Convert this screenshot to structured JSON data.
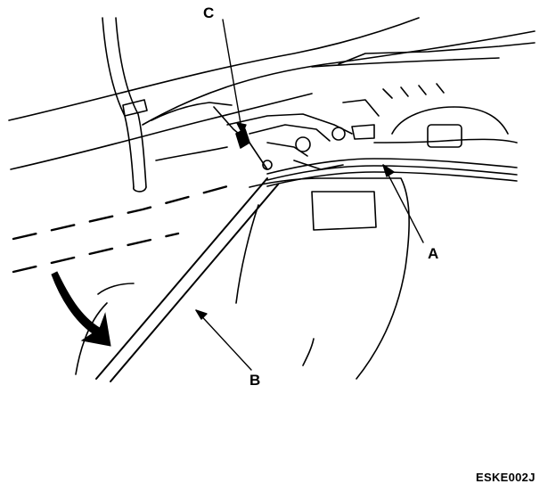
{
  "callouts": {
    "a": "A",
    "b": "B",
    "c": "C"
  },
  "figure_id": "ESKE002J",
  "icons": {
    "arrow": "curved-arrow-down-icon"
  }
}
